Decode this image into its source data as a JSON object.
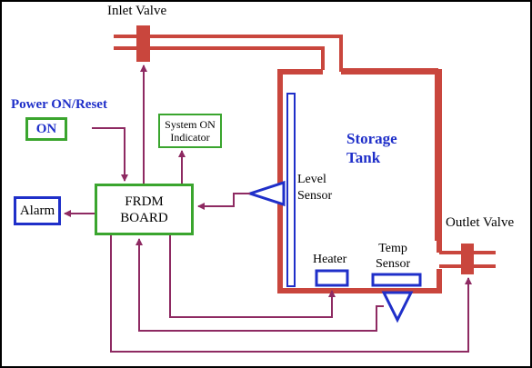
{
  "colors": {
    "pipe": "#c9463d",
    "valve": "#c9463d",
    "wire": "#8e2a62",
    "green_box": "#3aa52e",
    "blue_box": "#1f2fc9",
    "blue_text": "#1f2fc9",
    "frame": "#000000"
  },
  "labels": {
    "inlet_valve": "Inlet Valve",
    "outlet_valve": "Outlet Valve",
    "power_on_reset": "Power ON/Reset",
    "on_button": "ON",
    "system_on_line1": "System ON",
    "system_on_line2": "Indicator",
    "alarm": "Alarm",
    "frdm_line1": "FRDM",
    "frdm_line2": "BOARD",
    "storage_line1": "Storage",
    "storage_line2": "Tank",
    "level_line1": "Level",
    "level_line2": "Sensor",
    "heater": "Heater",
    "temp_line1": "Temp",
    "temp_line2": "Sensor"
  }
}
